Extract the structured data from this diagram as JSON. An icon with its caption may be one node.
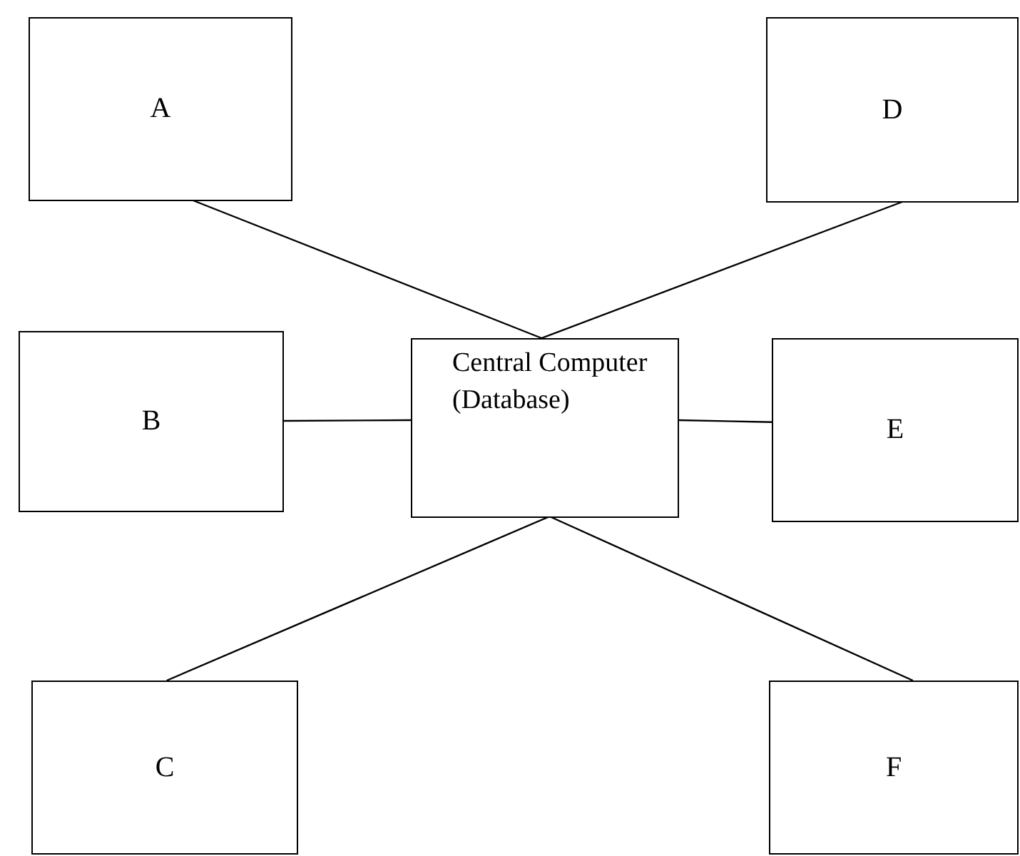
{
  "diagram": {
    "nodes": [
      {
        "text": [
          "A"
        ]
      },
      {
        "text": [
          "D"
        ]
      },
      {
        "text": [
          "B"
        ]
      },
      {
        "text": [
          "Central Computer (Database)"
        ]
      },
      {
        "text": [
          "E"
        ]
      },
      {
        "text": [
          "C"
        ]
      },
      {
        "text": [
          "F"
        ]
      }
    ],
    "edges": [
      {
        "from": 0,
        "to": 3,
        "arrow": "none"
      },
      {
        "from": 1,
        "to": 3,
        "arrow": "none"
      },
      {
        "from": 2,
        "to": 3,
        "arrow": "none"
      },
      {
        "from": 3,
        "to": 4,
        "arrow": "none"
      },
      {
        "from": 3,
        "to": 5,
        "arrow": "none"
      },
      {
        "from": 3,
        "to": 6,
        "arrow": "none"
      }
    ]
  }
}
